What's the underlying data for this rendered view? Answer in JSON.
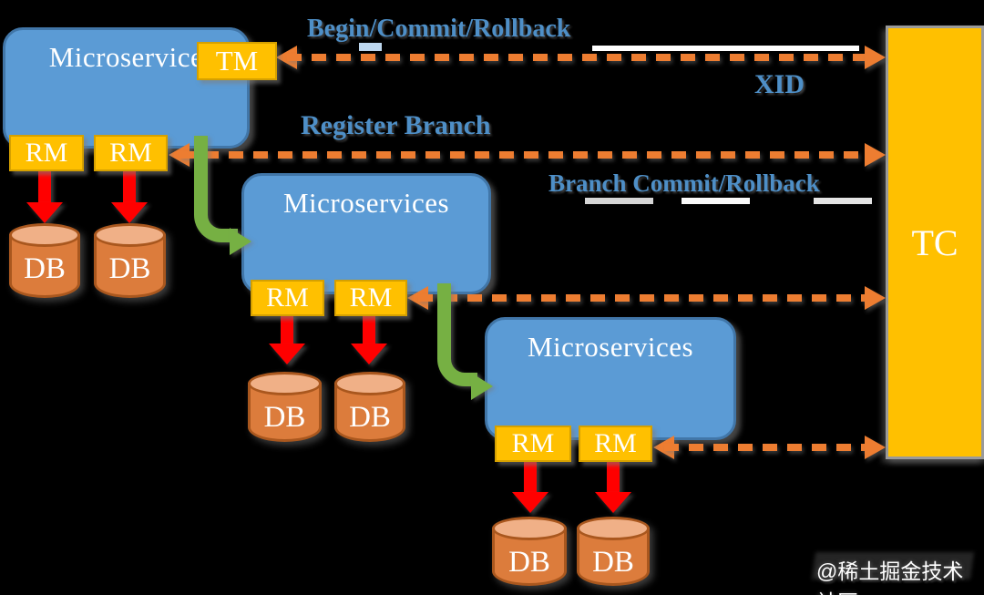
{
  "diagram": {
    "tc_label": "TC",
    "groups": [
      {
        "name": "Microservice",
        "tm": "TM",
        "rms": [
          "RM",
          "RM"
        ],
        "dbs": [
          "DB",
          "DB"
        ]
      },
      {
        "name": "Microservices",
        "rms": [
          "RM",
          "RM"
        ],
        "dbs": [
          "DB",
          "DB"
        ]
      },
      {
        "name": "Microservices",
        "rms": [
          "RM",
          "RM"
        ],
        "dbs": [
          "DB",
          "DB"
        ]
      }
    ],
    "messages": {
      "begin_commit_rollback": "Begin/Commit/Rollback",
      "xid": "XID",
      "register_branch": "Register Branch",
      "branch_commit_rollback": "Branch Commit/Rollback"
    },
    "colors": {
      "blue_box": "#5B9BD5",
      "blue_border": "#4176A8",
      "gold": "#FFC000",
      "gold_border": "#D5A000",
      "orange": "#ED7D31",
      "red": "#FF0000",
      "green": "#76B043",
      "db_fill": "#DC7C3C",
      "db_top": "#F0B087",
      "db_border": "#A9571E",
      "label_blue": "#4E8FC7"
    },
    "watermark": "@稀土掘金技术社区"
  }
}
